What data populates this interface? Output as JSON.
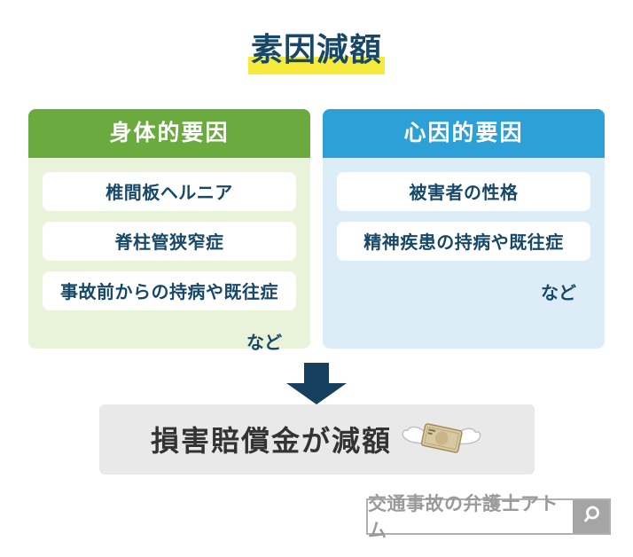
{
  "title": {
    "text": "素因減額",
    "color": "#174868",
    "highlight_color": "#f6eb3d"
  },
  "columns": [
    {
      "key": "physical",
      "header": {
        "label": "身体的要因",
        "bg": "#6aaa3e",
        "color": "#ffffff"
      },
      "body_bg": "#e8f3d9",
      "items": [
        "椎間板ヘルニア",
        "脊柱管狭窄症",
        "事故前からの持病や既往症"
      ],
      "etc_label": "など"
    },
    {
      "key": "psychological",
      "header": {
        "label": "心因的要因",
        "bg": "#2da0d8",
        "color": "#ffffff"
      },
      "body_bg": "#ddedf7",
      "items": [
        "被害者の性格",
        "精神疾患の持病や既往症"
      ],
      "etc_label": "など"
    }
  ],
  "arrow": {
    "icon": "down-arrow-icon",
    "color": "#16405e"
  },
  "result": {
    "text": "損害賠償金が減額",
    "bg": "#e9e9e9",
    "color": "#333333",
    "icon": "money-with-wings-icon"
  },
  "search": {
    "text": "交通事故の弁護士アトム",
    "text_color": "#9a9a9a",
    "border_color": "#b0b0b0",
    "button": {
      "bg": "#a5a5a5",
      "icon": "magnifier-icon"
    }
  }
}
